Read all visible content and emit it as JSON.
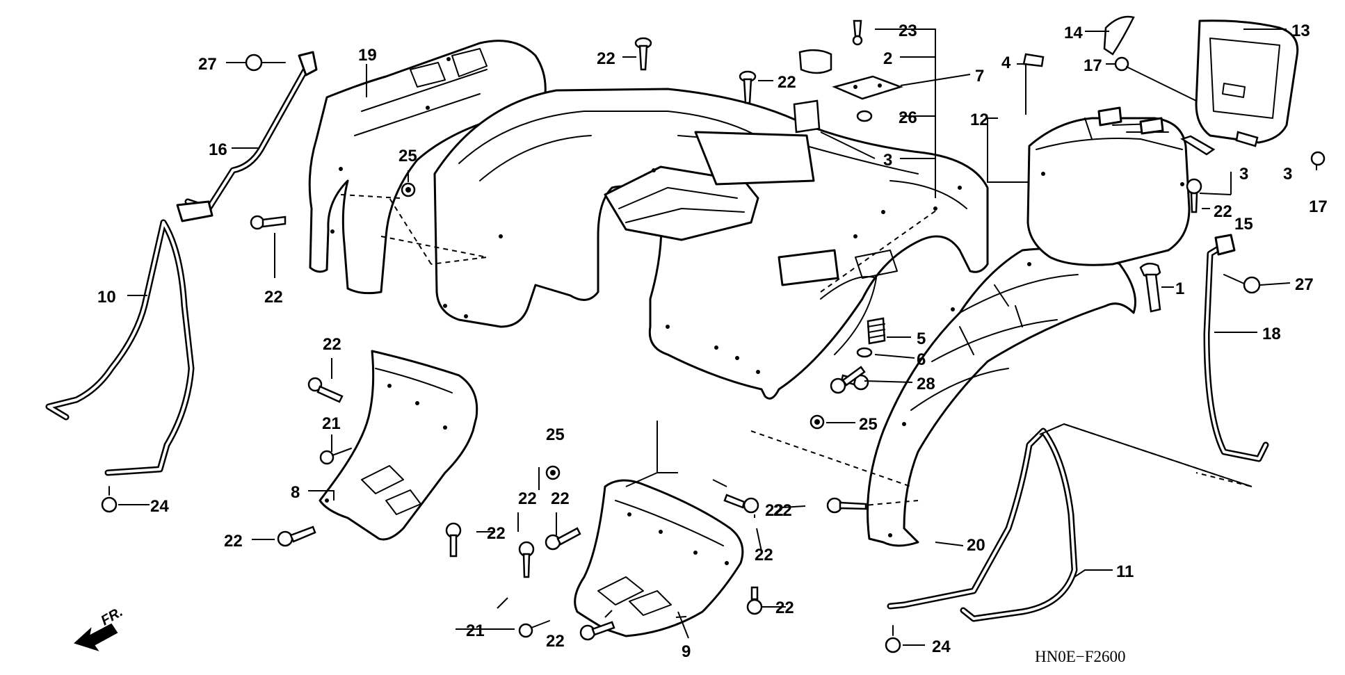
{
  "diagram": {
    "code": "HN0E−F2600",
    "direction_label": "FR.",
    "callouts": [
      {
        "id": "c1",
        "text": "1"
      },
      {
        "id": "c2",
        "text": "2"
      },
      {
        "id": "c3a",
        "text": "3"
      },
      {
        "id": "c3b",
        "text": "3"
      },
      {
        "id": "c3c",
        "text": "3"
      },
      {
        "id": "c4",
        "text": "4"
      },
      {
        "id": "c5",
        "text": "5"
      },
      {
        "id": "c6",
        "text": "6"
      },
      {
        "id": "c7",
        "text": "7"
      },
      {
        "id": "c8",
        "text": "8"
      },
      {
        "id": "c9",
        "text": "9"
      },
      {
        "id": "c10",
        "text": "10"
      },
      {
        "id": "c11",
        "text": "11"
      },
      {
        "id": "c12",
        "text": "12"
      },
      {
        "id": "c13",
        "text": "13"
      },
      {
        "id": "c14",
        "text": "14"
      },
      {
        "id": "c15",
        "text": "15"
      },
      {
        "id": "c16",
        "text": "16"
      },
      {
        "id": "c17a",
        "text": "17"
      },
      {
        "id": "c17b",
        "text": "17"
      },
      {
        "id": "c18",
        "text": "18"
      },
      {
        "id": "c19",
        "text": "19"
      },
      {
        "id": "c20",
        "text": "20"
      },
      {
        "id": "c21a",
        "text": "21"
      },
      {
        "id": "c21b",
        "text": "21"
      },
      {
        "id": "c22a",
        "text": "22"
      },
      {
        "id": "c22b",
        "text": "22"
      },
      {
        "id": "c22c",
        "text": "22"
      },
      {
        "id": "c22d",
        "text": "22"
      },
      {
        "id": "c22e",
        "text": "22"
      },
      {
        "id": "c22f",
        "text": "22"
      },
      {
        "id": "c22g",
        "text": "22"
      },
      {
        "id": "c22h",
        "text": "22"
      },
      {
        "id": "c22i",
        "text": "22"
      },
      {
        "id": "c22j",
        "text": "22"
      },
      {
        "id": "c22k",
        "text": "22"
      },
      {
        "id": "c22l",
        "text": "22"
      },
      {
        "id": "c22m",
        "text": "22"
      },
      {
        "id": "c22n",
        "text": "22"
      },
      {
        "id": "c23",
        "text": "23"
      },
      {
        "id": "c24a",
        "text": "24"
      },
      {
        "id": "c24b",
        "text": "24"
      },
      {
        "id": "c25a",
        "text": "25"
      },
      {
        "id": "c25b",
        "text": "25"
      },
      {
        "id": "c25c",
        "text": "25"
      },
      {
        "id": "c26",
        "text": "26"
      },
      {
        "id": "c27a",
        "text": "27"
      },
      {
        "id": "c27b",
        "text": "27"
      },
      {
        "id": "c28",
        "text": "28"
      }
    ]
  }
}
